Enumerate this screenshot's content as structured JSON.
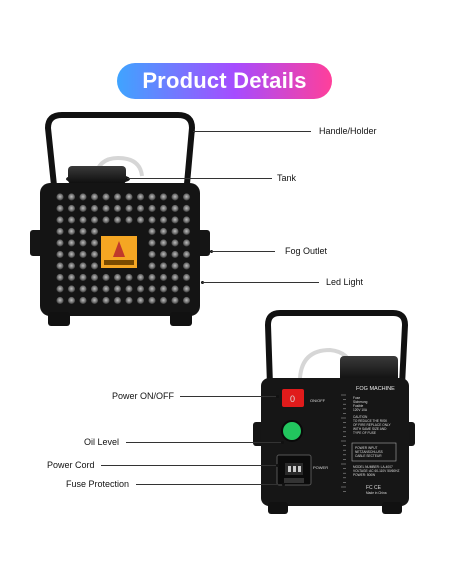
{
  "title": "Product Details",
  "callouts": {
    "handle": "Handle/Holder",
    "tank": "Tank",
    "fog_outlet": "Fog Outlet",
    "led_light": "Led Light",
    "power": "Power ON/OFF",
    "oil_level": "Oil Level",
    "power_cord": "Power Cord",
    "fuse": "Fuse Protection"
  },
  "back_panel": {
    "header": "FOG MACHINE",
    "switch_label": "ON/OFF",
    "power_label": "POWER",
    "switch_glyph": "0",
    "fuse_lines": [
      "Fuse",
      "Sicherung",
      "Fusible",
      "120V 10A"
    ],
    "caution_lines": [
      "CAUTION",
      "TO REDUCE THE RISK",
      "OF FIRE REPLACE ONLY",
      "WITH SAME SIZE AND",
      "TYPE OF FUSE"
    ],
    "input_lines": [
      "POWER INPUT",
      "NETZANSCHLUSS",
      "CABLE SECTEUR"
    ],
    "model_lines": [
      "MODEL NUMBER: LA-4007",
      "VOLTAGE: AC 60-110V 50/60HZ",
      "POWER: 500W"
    ],
    "made_in": "Made in China",
    "cert": "FC CE"
  },
  "colors": {
    "accent_gradient": [
      "#3fa4ff",
      "#a64cff",
      "#ff3f9a"
    ],
    "switch": "#e01b1b",
    "oil_window": "#22c55e",
    "warning_label": "#f5a623"
  }
}
